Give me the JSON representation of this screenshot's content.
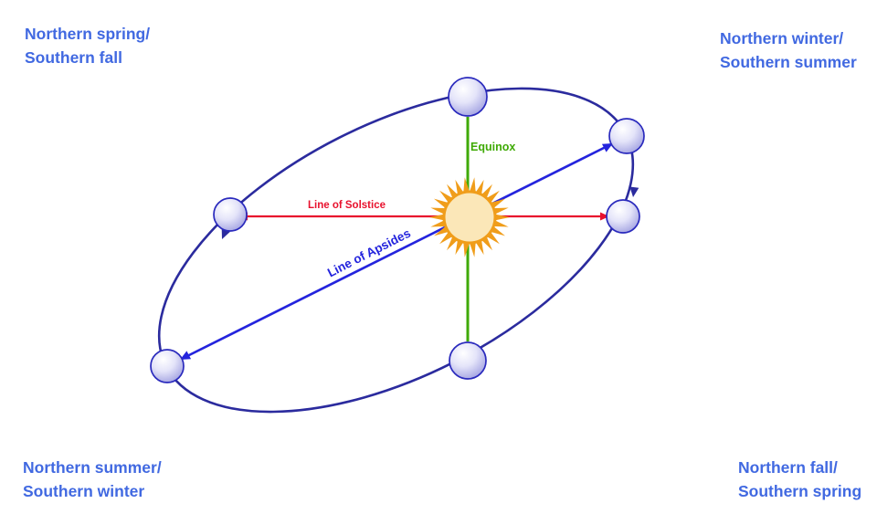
{
  "colors": {
    "season_label": "#4169e1",
    "orbit": "#2b2b9e",
    "apsides": "#2424dd",
    "solstice": "#e8112d",
    "equinox": "#3faa05",
    "sun_body": "#fbe7b8",
    "sun_ray": "#f09d1a",
    "earth_outline": "#2a2abd"
  },
  "corner_labels": {
    "top_left": {
      "line1": "Northern spring/",
      "line2": "Southern fall"
    },
    "top_right": {
      "line1": "Northern winter/",
      "line2": "Southern summer"
    },
    "bottom_left": {
      "line1": "Northern summer/",
      "line2": "Southern winter"
    },
    "bottom_right": {
      "line1": "Northern fall/",
      "line2": "Southern spring"
    }
  },
  "line_labels": {
    "solstice": "Line of Solstice",
    "equinox": "Equinox",
    "apsides": "Line of Apsides"
  }
}
